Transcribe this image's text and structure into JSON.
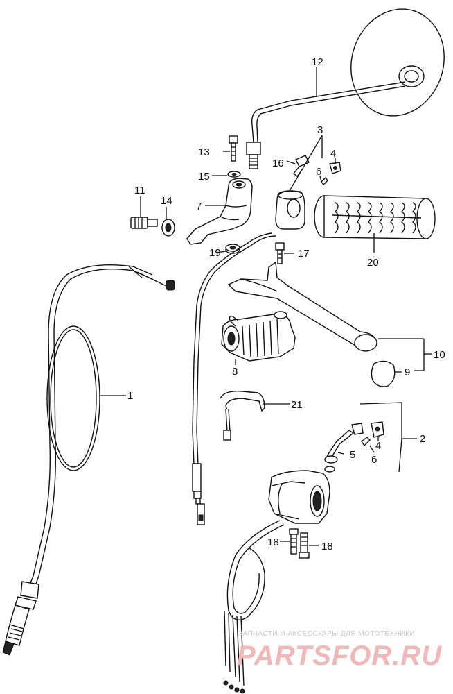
{
  "labels": {
    "p1": "1",
    "p2": "2",
    "p3": "3",
    "p4a": "4",
    "p4b": "4",
    "p5": "5",
    "p6a": "6",
    "p6b": "6",
    "p7": "7",
    "p8": "8",
    "p9": "9",
    "p10": "10",
    "p11": "11",
    "p12": "12",
    "p13": "13",
    "p14": "14",
    "p15": "15",
    "p16": "16",
    "p17": "17",
    "p18a": "18",
    "p18b": "18",
    "p19": "19",
    "p20": "20",
    "p21": "21"
  },
  "watermark": {
    "caption": "ЗАПЧАСТИ И АКСЕССУАРЫ ДЛЯ МОТОТЕХНИКИ",
    "brand": "PARTSFOR.RU"
  }
}
